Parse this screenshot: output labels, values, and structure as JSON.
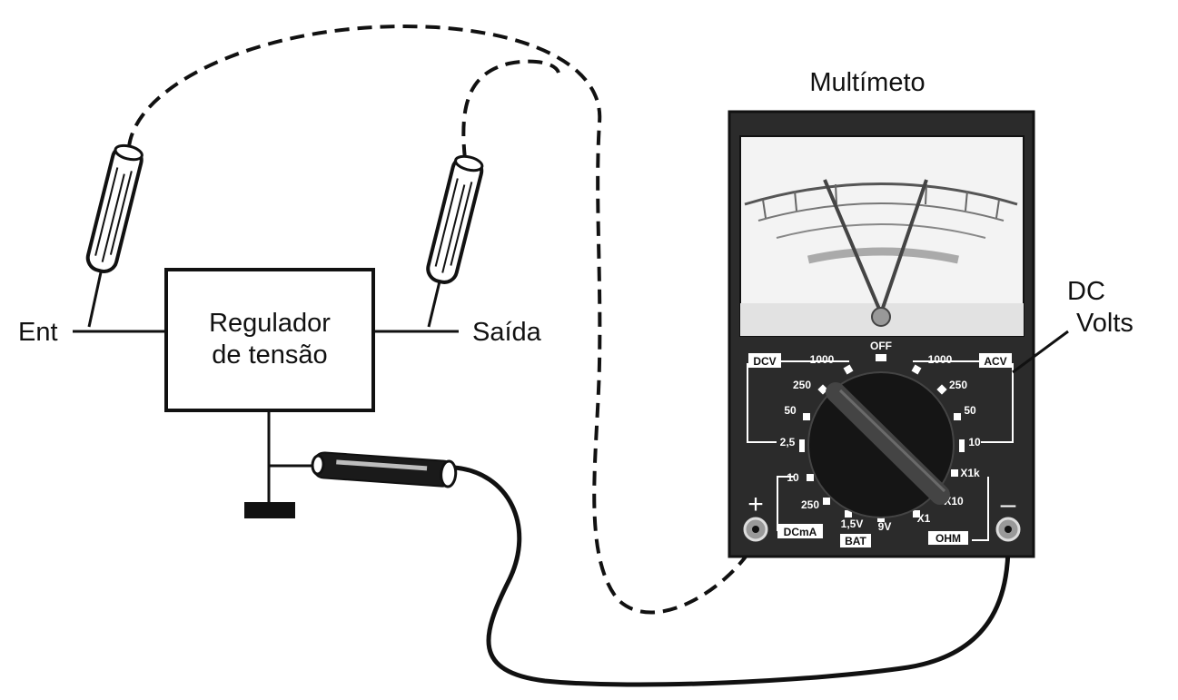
{
  "labels": {
    "input": "Ent",
    "output": "Saída",
    "regulator_line1": "Regulador",
    "regulator_line2": "de tensão",
    "meter_title": "Multímeto",
    "dc_line1": "DC",
    "dc_line2": "Volts"
  },
  "meter": {
    "dial": {
      "off": "OFF",
      "dcv": "DCV",
      "acv": "ACV",
      "dcma": "DCmA",
      "ohm": "OHM",
      "bat": "BAT",
      "left_1000": "1000",
      "left_250": "250",
      "left_50": "50",
      "left_2_5": "2,5",
      "left_10": "10",
      "left_250_ma": "250",
      "bat_1_5v": "1,5V",
      "bat_9v": "9V",
      "right_1000": "1000",
      "right_250": "250",
      "right_50": "50",
      "right_10": "10",
      "x1k": "X1k",
      "x10": "X10",
      "x1": "X1"
    },
    "plus": "+",
    "minus": "–"
  },
  "colors": {
    "line": "#111111",
    "meter_body": "#2b2b2b",
    "meter_face": "#f3f3f3",
    "knob": "#151515"
  }
}
